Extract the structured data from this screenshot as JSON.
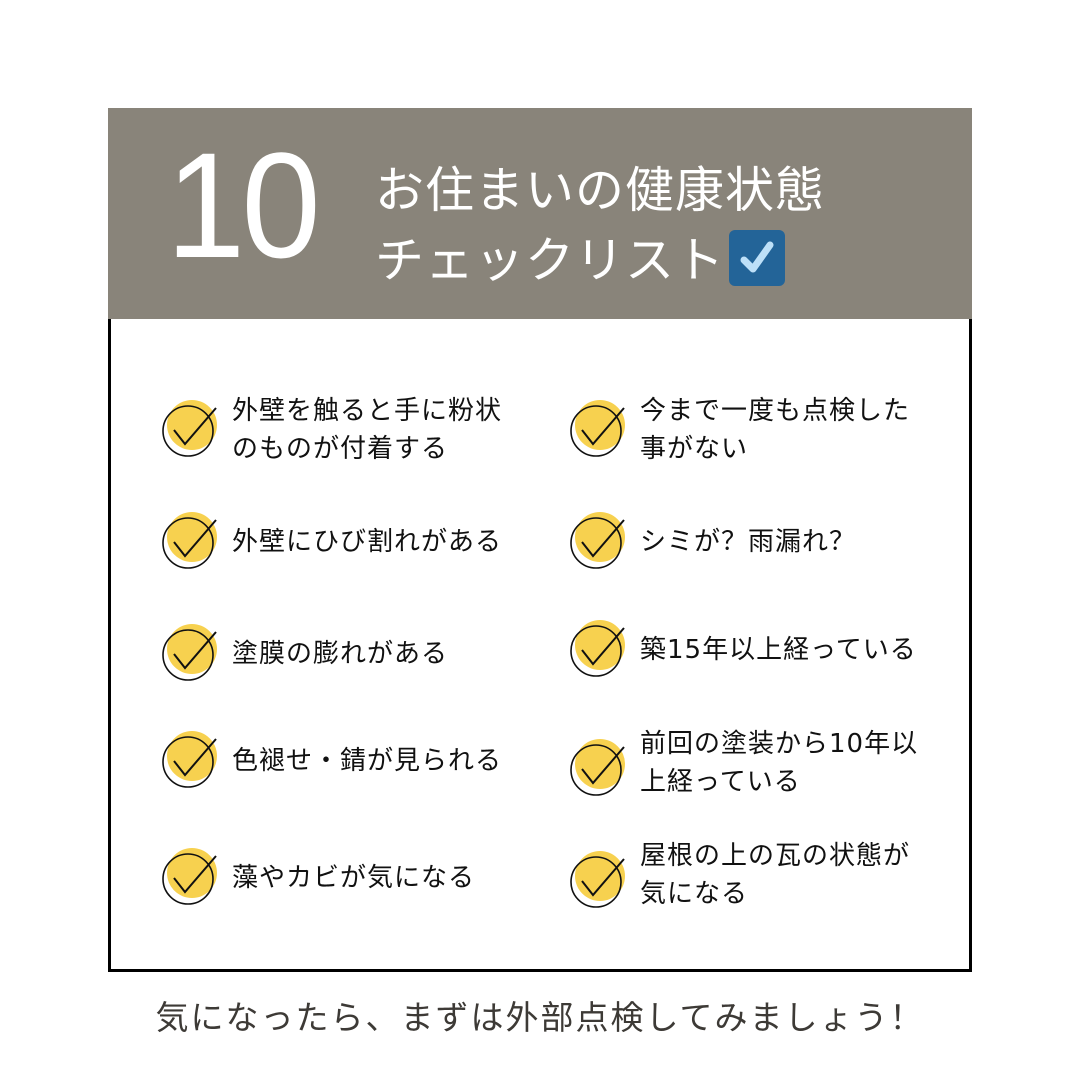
{
  "header": {
    "number": "10",
    "title_line1": "お住まいの健康状態",
    "title_line2": "チェックリスト",
    "emoji": "check-box-with-check",
    "background_color": "#89847a",
    "emoji_color": "#236498"
  },
  "checklist": {
    "icon": "yellow-check-circle-icon",
    "accent_color": "#f7d14f",
    "items": [
      {
        "lines": [
          "外壁を触ると手に粉状",
          "のものが付着する"
        ]
      },
      {
        "lines": [
          "今まで一度も点検した",
          "事がない"
        ]
      },
      {
        "lines": [
          "外壁にひび割れがある"
        ]
      },
      {
        "lines": [
          "シミが？雨漏れ？"
        ]
      },
      {
        "lines": [
          "塗膜の膨れがある"
        ]
      },
      {
        "lines": [
          "築15年以上経っている"
        ]
      },
      {
        "lines": [
          "色褪せ・錆が見られる"
        ]
      },
      {
        "lines": [
          "前回の塗装から10年以",
          "上経っている"
        ]
      },
      {
        "lines": [
          "藻やカビが気になる"
        ]
      },
      {
        "lines": [
          "屋根の上の瓦の状態が",
          "気になる"
        ]
      }
    ]
  },
  "footer": {
    "text": "気になったら、まずは外部点検してみましょう！"
  }
}
